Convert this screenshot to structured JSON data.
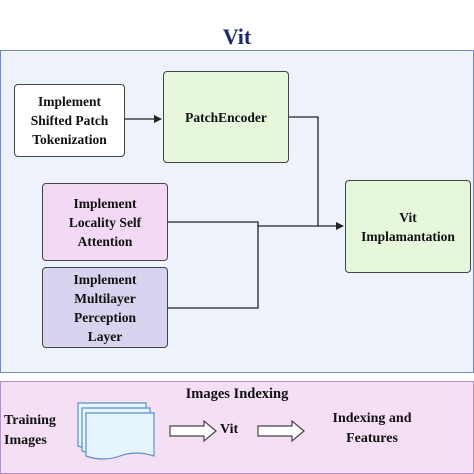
{
  "title": "Vit",
  "pipeline": {
    "shifted_patch": "Implement\nShifted Patch\nTokenization",
    "patch_encoder": "PatchEncoder",
    "locality_attention": "Implement\nLocality Self\nAttention",
    "multilayer_perception": "Implement\nMultilayer\nPerception\nLayer",
    "vit_implementation": "Vit\nImplamantation"
  },
  "indexing": {
    "title": "Images Indexing",
    "training_images": "Training\nImages",
    "vit": "Vit",
    "indexing_features": "Indexing and\nFeatures"
  },
  "colors": {
    "panel_top_bg": "#eef3fb",
    "panel_bottom_bg": "#f4dff4",
    "green_box": "#e6f7dc",
    "pink_box": "#f3d9f5",
    "lavender_box": "#d8d4ef",
    "title_color": "#1f2a6b"
  }
}
